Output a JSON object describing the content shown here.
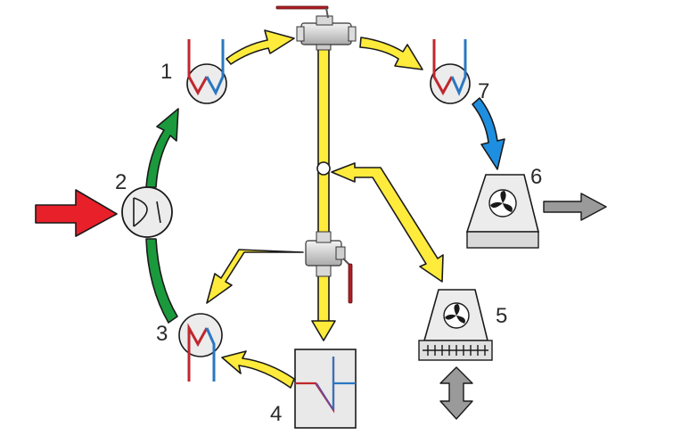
{
  "labels": {
    "n1": "1",
    "n2": "2",
    "n3": "3",
    "n4": "4",
    "n5": "5",
    "n6": "6",
    "n7": "7"
  },
  "colors": {
    "pipe_yellow": "#ffeb3b",
    "pipe_outline": "#1a1a1a",
    "green_arrow": "#1a9a3c",
    "red_arrow": "#e8202a",
    "blue_arrow": "#1e8fe0",
    "gray_arrow": "#9a9a9a",
    "component_fill": "#ececec",
    "hot_line": "#c0272d",
    "cold_line": "#2a77c2"
  },
  "components": [
    {
      "id": "1",
      "kind": "heat-exchanger-icon"
    },
    {
      "id": "2",
      "kind": "compressor-icon"
    },
    {
      "id": "3",
      "kind": "heat-exchanger-icon"
    },
    {
      "id": "4",
      "kind": "expansion-chart-icon"
    },
    {
      "id": "5",
      "kind": "fan-unit-icon"
    },
    {
      "id": "6",
      "kind": "fan-unit-icon"
    },
    {
      "id": "7",
      "kind": "heat-exchanger-icon"
    }
  ]
}
